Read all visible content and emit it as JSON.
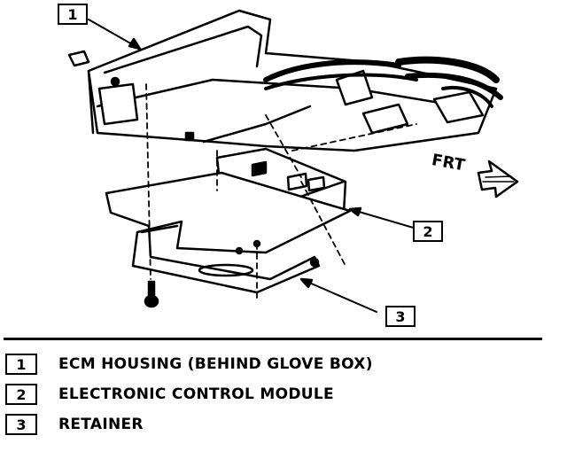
{
  "callouts": [
    "1",
    "2",
    "3"
  ],
  "direction_label": "FRT",
  "legend": [
    {
      "num": "1",
      "text": "ECM HOUSING (BEHIND GLOVE BOX)"
    },
    {
      "num": "2",
      "text": "ELECTRONIC CONTROL MODULE"
    },
    {
      "num": "3",
      "text": "RETAINER"
    }
  ],
  "colors": {
    "ink": "#000000",
    "paper": "#ffffff"
  }
}
